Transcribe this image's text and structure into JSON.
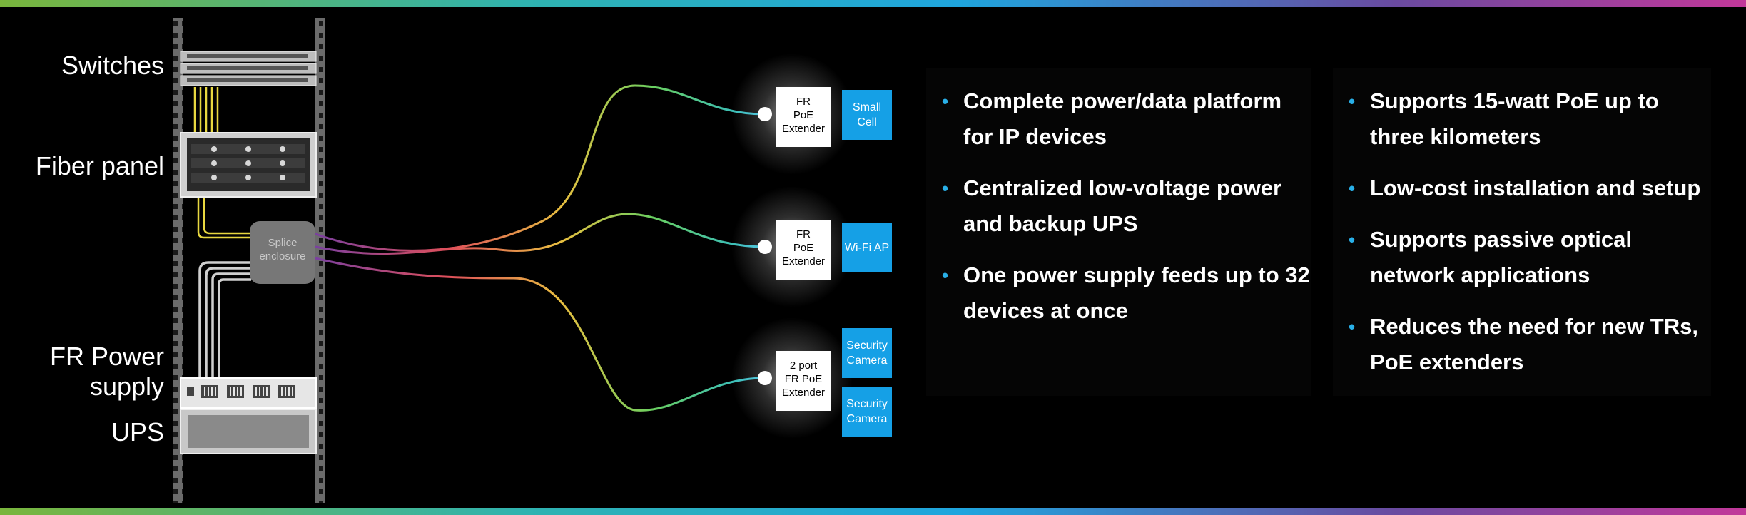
{
  "rack_labels": {
    "switches": "Switches",
    "fiber_panel": "Fiber panel",
    "fr_power": "FR Power",
    "supply": "supply",
    "ups": "UPS"
  },
  "splice": {
    "line1": "Splice",
    "line2": "enclosure"
  },
  "extenders": [
    {
      "lines": [
        "FR",
        "PoE",
        "Extender"
      ]
    },
    {
      "lines": [
        "FR",
        "PoE",
        "Extender"
      ]
    },
    {
      "lines": [
        "2 port",
        "FR PoE",
        "Extender"
      ]
    }
  ],
  "devices": [
    {
      "lines": [
        "Small",
        "Cell"
      ]
    },
    {
      "lines": [
        "Wi-Fi AP"
      ]
    },
    {
      "lines": [
        "Security",
        "Camera"
      ]
    },
    {
      "lines": [
        "Security",
        "Camera"
      ]
    }
  ],
  "bullets_left": [
    "Complete power/data platform for IP devices",
    "Centralized low-voltage power and backup UPS",
    "One power supply feeds up to 32 devices at once"
  ],
  "bullets_right": [
    "Supports 15-watt PoE up to three kilometers",
    "Low-cost installation and setup",
    "Supports passive optical network applications",
    "Reduces the need for new TRs, PoE extenders"
  ],
  "colors": {
    "accent_blue": "#1aa3e8",
    "bullet_dot": "#29b0e8",
    "device_box": "#15a0e6",
    "rack_gray": "#8a8a8a"
  }
}
